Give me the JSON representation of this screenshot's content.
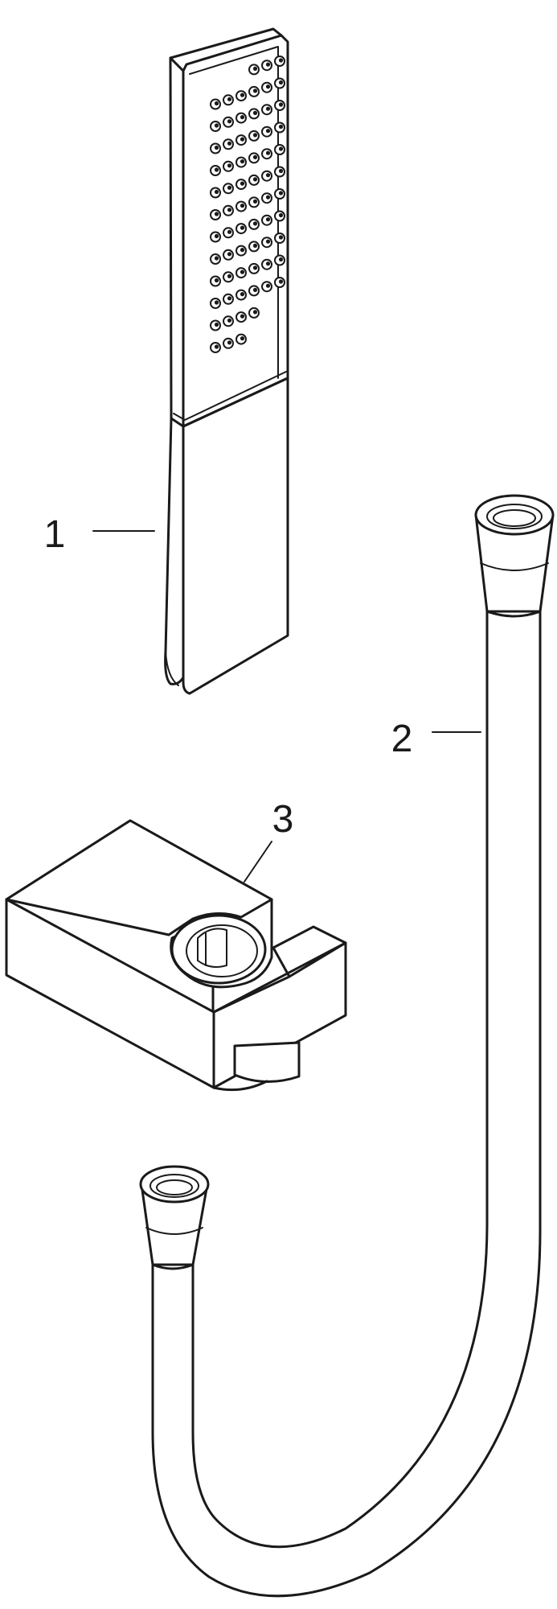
{
  "callouts": [
    {
      "id": "1",
      "label": "1"
    },
    {
      "id": "2",
      "label": "2"
    },
    {
      "id": "3",
      "label": "3"
    }
  ],
  "colors": {
    "line": "#1a1a1a",
    "background": "#ffffff"
  },
  "nozzles": {
    "columns": 6,
    "rows": 13
  }
}
